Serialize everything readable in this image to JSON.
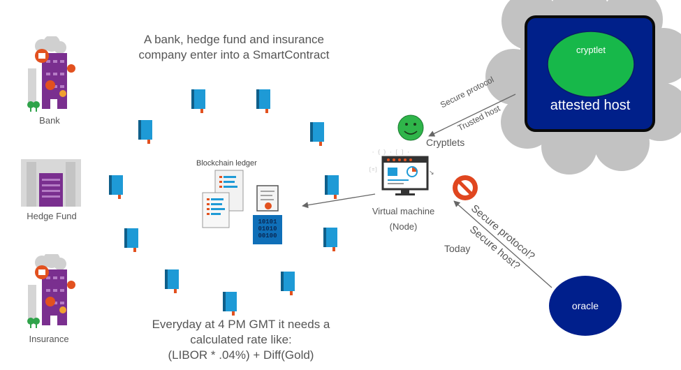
{
  "title": {
    "line1": "A bank, hedge fund and insurance",
    "line2": "company enter into a SmartContract"
  },
  "parties": {
    "bank": "Bank",
    "hedge_fund": "Hedge Fund",
    "insurance": "Insurance"
  },
  "ledger": {
    "label": "Blockchain ledger",
    "binary": [
      "10101",
      "01010",
      "00100"
    ]
  },
  "vm": {
    "line1": "Virtual machine",
    "line2": "(Node)"
  },
  "cryptlets": {
    "label": "Cryptlets"
  },
  "cloud": {
    "inner": "cryptlet",
    "title": "attested host"
  },
  "arrows": {
    "secure_protocol": "Secure protocol",
    "trusted_host": "Trusted host",
    "secure_protocol_q": "Secure protocol?",
    "secure_host_q": "Secure host?",
    "today": "Today"
  },
  "oracle": {
    "label": "oracle"
  },
  "bottom": {
    "line1": "Everyday at 4 PM GMT it needs a",
    "line2": "calculated rate like:",
    "line3": "(LIBOR * .04%) + Diff(Gold)"
  },
  "colors": {
    "book_blue": "#1e9ad6",
    "book_dark": "#0f5f8a",
    "book_tab": "#e2511f",
    "cloud_grey": "#bdbdbd",
    "host_navy": "#00208a",
    "cryptlet_green": "#17b84a",
    "oracle_navy": "#001f8c",
    "building_purple": "#7a2f8f",
    "no_sign_red": "#e0461f",
    "smiley_green": "#2fb54a"
  }
}
